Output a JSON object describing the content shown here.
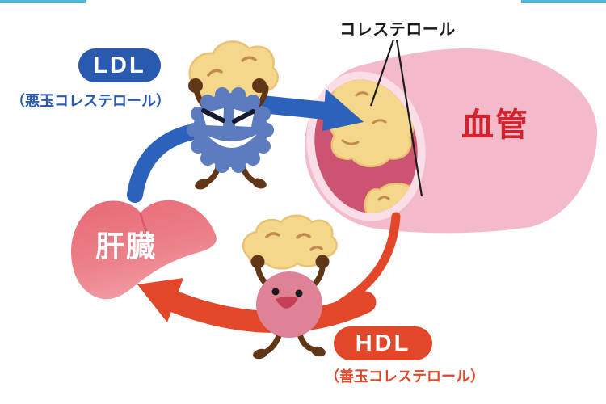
{
  "labels": {
    "cholesterol": "コレステロール",
    "vessel": "血管",
    "liver": "肝臓"
  },
  "ldl": {
    "badge": "LDL",
    "subtitle": "（悪玉コレステロール）",
    "color": "#2a5ab0"
  },
  "hdl": {
    "badge": "HDL",
    "subtitle": "（善玉コレステロール）",
    "color": "#e2472a"
  },
  "colors": {
    "top_border": "#56b8d8",
    "blue_arrow": "#2a62bc",
    "red_arrow": "#e2472a",
    "vessel_text": "#d2232e",
    "vessel_tube": "#f3bbca",
    "vessel_rim": "#fadde6",
    "vessel_lumen": "#cd5471",
    "cholesterol_blob": "#f4d78a",
    "liver": "#e76b76",
    "ldl_body": "#5d7cc0",
    "hdl_body": "#df8296",
    "limbs_brown": "#603617"
  },
  "illustrations": {
    "ldl_character": "spiky-blue-ldl-mascot-carrying-cholesterol-blob",
    "hdl_character": "round-pink-hdl-mascot-carrying-cholesterol-blob",
    "liver": "liver-organ",
    "blood_vessel": "blood-vessel-tube-with-cholesterol-deposits"
  }
}
